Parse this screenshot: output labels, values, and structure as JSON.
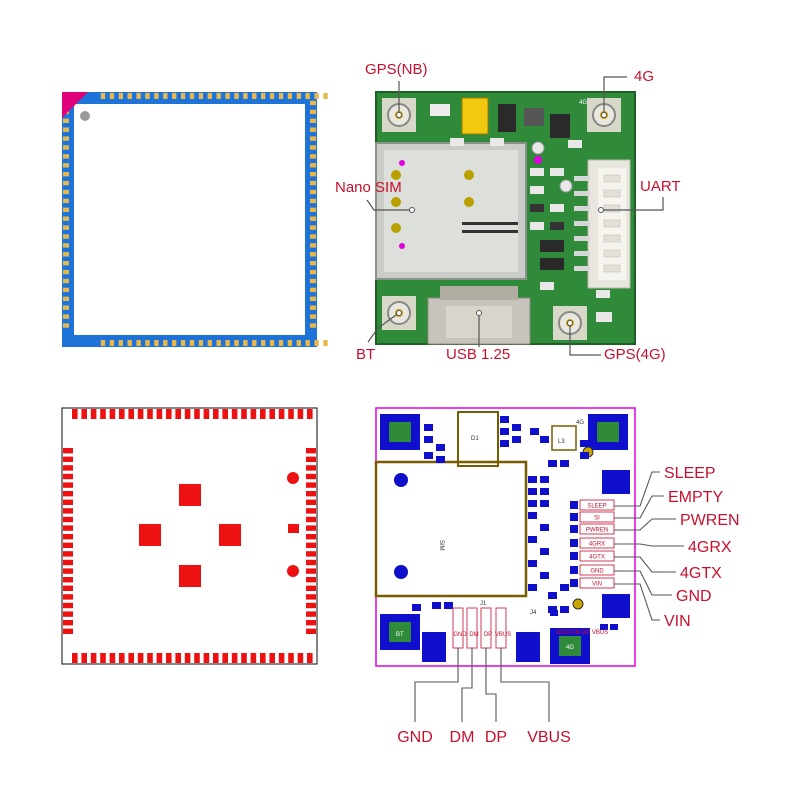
{
  "top_board": {
    "labels": {
      "gps_nb": "GPS(NB)",
      "lte": "4G",
      "nano_sim": "Nano SIM",
      "uart": "UART",
      "bt": "BT",
      "usb": "USB 1.25",
      "gps_4g": "GPS(4G)"
    },
    "silk": {
      "lte": "4G"
    }
  },
  "bottom_board": {
    "pins_right": [
      "SLEEP",
      "EMPTY",
      "PWREN",
      "4GRX",
      "4GTX",
      "GND",
      "VIN"
    ],
    "pins_right_silk": [
      "SLEEP",
      "SI",
      "PWREN",
      "4GRX",
      "4GTX",
      "GND",
      "VIN"
    ],
    "pins_bottom": [
      "GND",
      "DM",
      "DP",
      "VBUS"
    ],
    "pins_bottom_silk": [
      "GND",
      "DM",
      "DP",
      "VBUS"
    ],
    "silk": {
      "d1": "D1",
      "l3": "L3",
      "sim": "SIM",
      "bt": "BT",
      "g4": "4G",
      "lte": "4G",
      "dp_gnd": "GND DM DP VBUS",
      "j1": "J1",
      "j4": "J4"
    }
  },
  "colors": {
    "module_blue": "#1e73d8",
    "pad_gold": "#e8b84a",
    "pin1_magenta": "#e0007a",
    "pad_red": "#ee1111",
    "pcb_green": "#2f8a3a",
    "outline_magenta": "#e000e0",
    "annotation_red": "#c8102e"
  }
}
